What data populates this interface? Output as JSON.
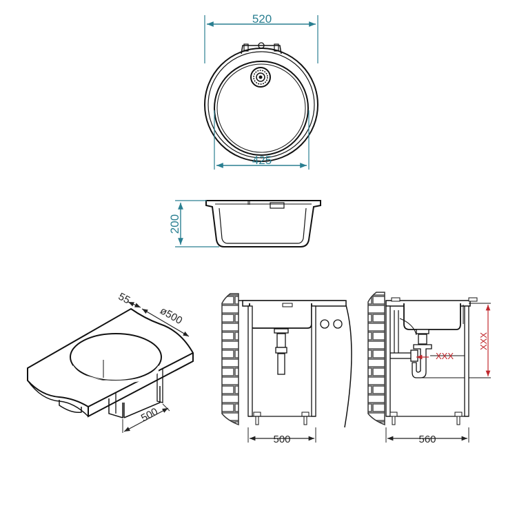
{
  "colors": {
    "dimension": "#2a7f91",
    "outline": "#1a1a1a",
    "wall": "#8a8a8a",
    "accent_red": "#c0282d"
  },
  "top_view": {
    "outer_width_label": "520",
    "bowl_width_label": "425"
  },
  "side_view": {
    "depth_label": "200"
  },
  "countertop_view": {
    "edge_label": "55",
    "cutout_label": "ø500",
    "cabinet_label": "500"
  },
  "cabinet_front_view": {
    "cabinet_width_label": "500"
  },
  "cabinet_side_view": {
    "cabinet_width_label": "560",
    "drain_height_label": "XXX",
    "drain_offset_label": "XXX"
  }
}
